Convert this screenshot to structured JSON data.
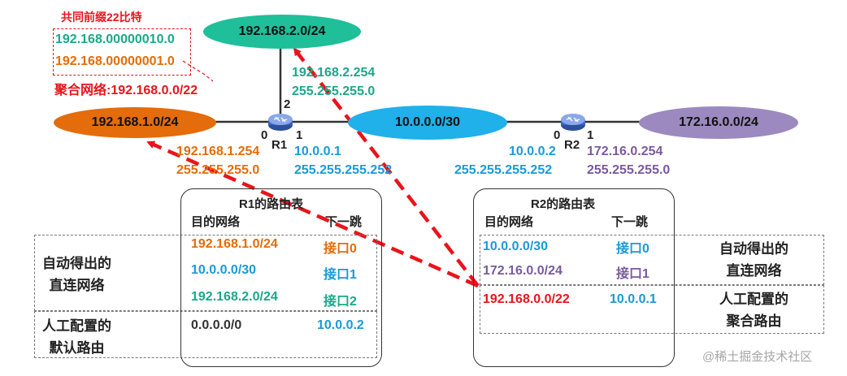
{
  "colors": {
    "orange": "#e46c0a",
    "teal": "#1aa88a",
    "blue": "#1a9ad6",
    "purple": "#7a5a9e",
    "red": "#e8141c",
    "dark": "#222222"
  },
  "prefix_note": {
    "title": "共同前缀22比特",
    "line1_prefix": "192.168.000000",
    "line1_suffix": "10.0",
    "line2": "192.168.00000001.0",
    "summary": "聚合网络:192.168.0.0/22"
  },
  "networks": {
    "top": "192.168.2.0/24",
    "left": "192.168.1.0/24",
    "middle": "10.0.0.0/30",
    "right": "172.16.0.0/24"
  },
  "r1": {
    "label": "R1",
    "port0": "0",
    "port1": "1",
    "port2": "2",
    "if0_ip": "192.168.1.254",
    "if0_mask": "255.255.255.0",
    "if1_ip": "10.0.0.1",
    "if1_mask": "255.255.255.252",
    "if2_ip": "192.168.2.254",
    "if2_mask": "255.255.255.0"
  },
  "r2": {
    "label": "R2",
    "port0": "0",
    "port1": "1",
    "if0_ip": "10.0.0.2",
    "if0_mask": "255.255.255.252",
    "if1_ip": "172.16.0.254",
    "if1_mask": "255.255.255.0"
  },
  "r1_table": {
    "title": "R1的路由表",
    "col_dest": "目的网络",
    "col_next": "下一跳",
    "rows": [
      {
        "dest": "192.168.1.0/24",
        "next": "接口0"
      },
      {
        "dest": "10.0.0.0/30",
        "next": "接口1"
      },
      {
        "dest": "192.168.2.0/24",
        "next": "接口2"
      },
      {
        "dest": "0.0.0.0/0",
        "next": "10.0.0.2"
      }
    ]
  },
  "r2_table": {
    "title": "R2的路由表",
    "col_dest": "目的网络",
    "col_next": "下一跳",
    "rows": [
      {
        "dest": "10.0.0.0/30",
        "next": "接口0"
      },
      {
        "dest": "172.16.0.0/24",
        "next": "接口1"
      },
      {
        "dest": "192.168.0.0/22",
        "next": "10.0.0.1"
      }
    ]
  },
  "categories": {
    "left_auto_l1": "自动得出的",
    "left_auto_l2": "直连网络",
    "left_manual_l1": "人工配置的",
    "left_manual_l2": "默认路由",
    "right_auto_l1": "自动得出的",
    "right_auto_l2": "直连网络",
    "right_manual_l1": "人工配置的",
    "right_manual_l2": "聚合路由"
  },
  "watermark": "@稀土掘金技术社区"
}
